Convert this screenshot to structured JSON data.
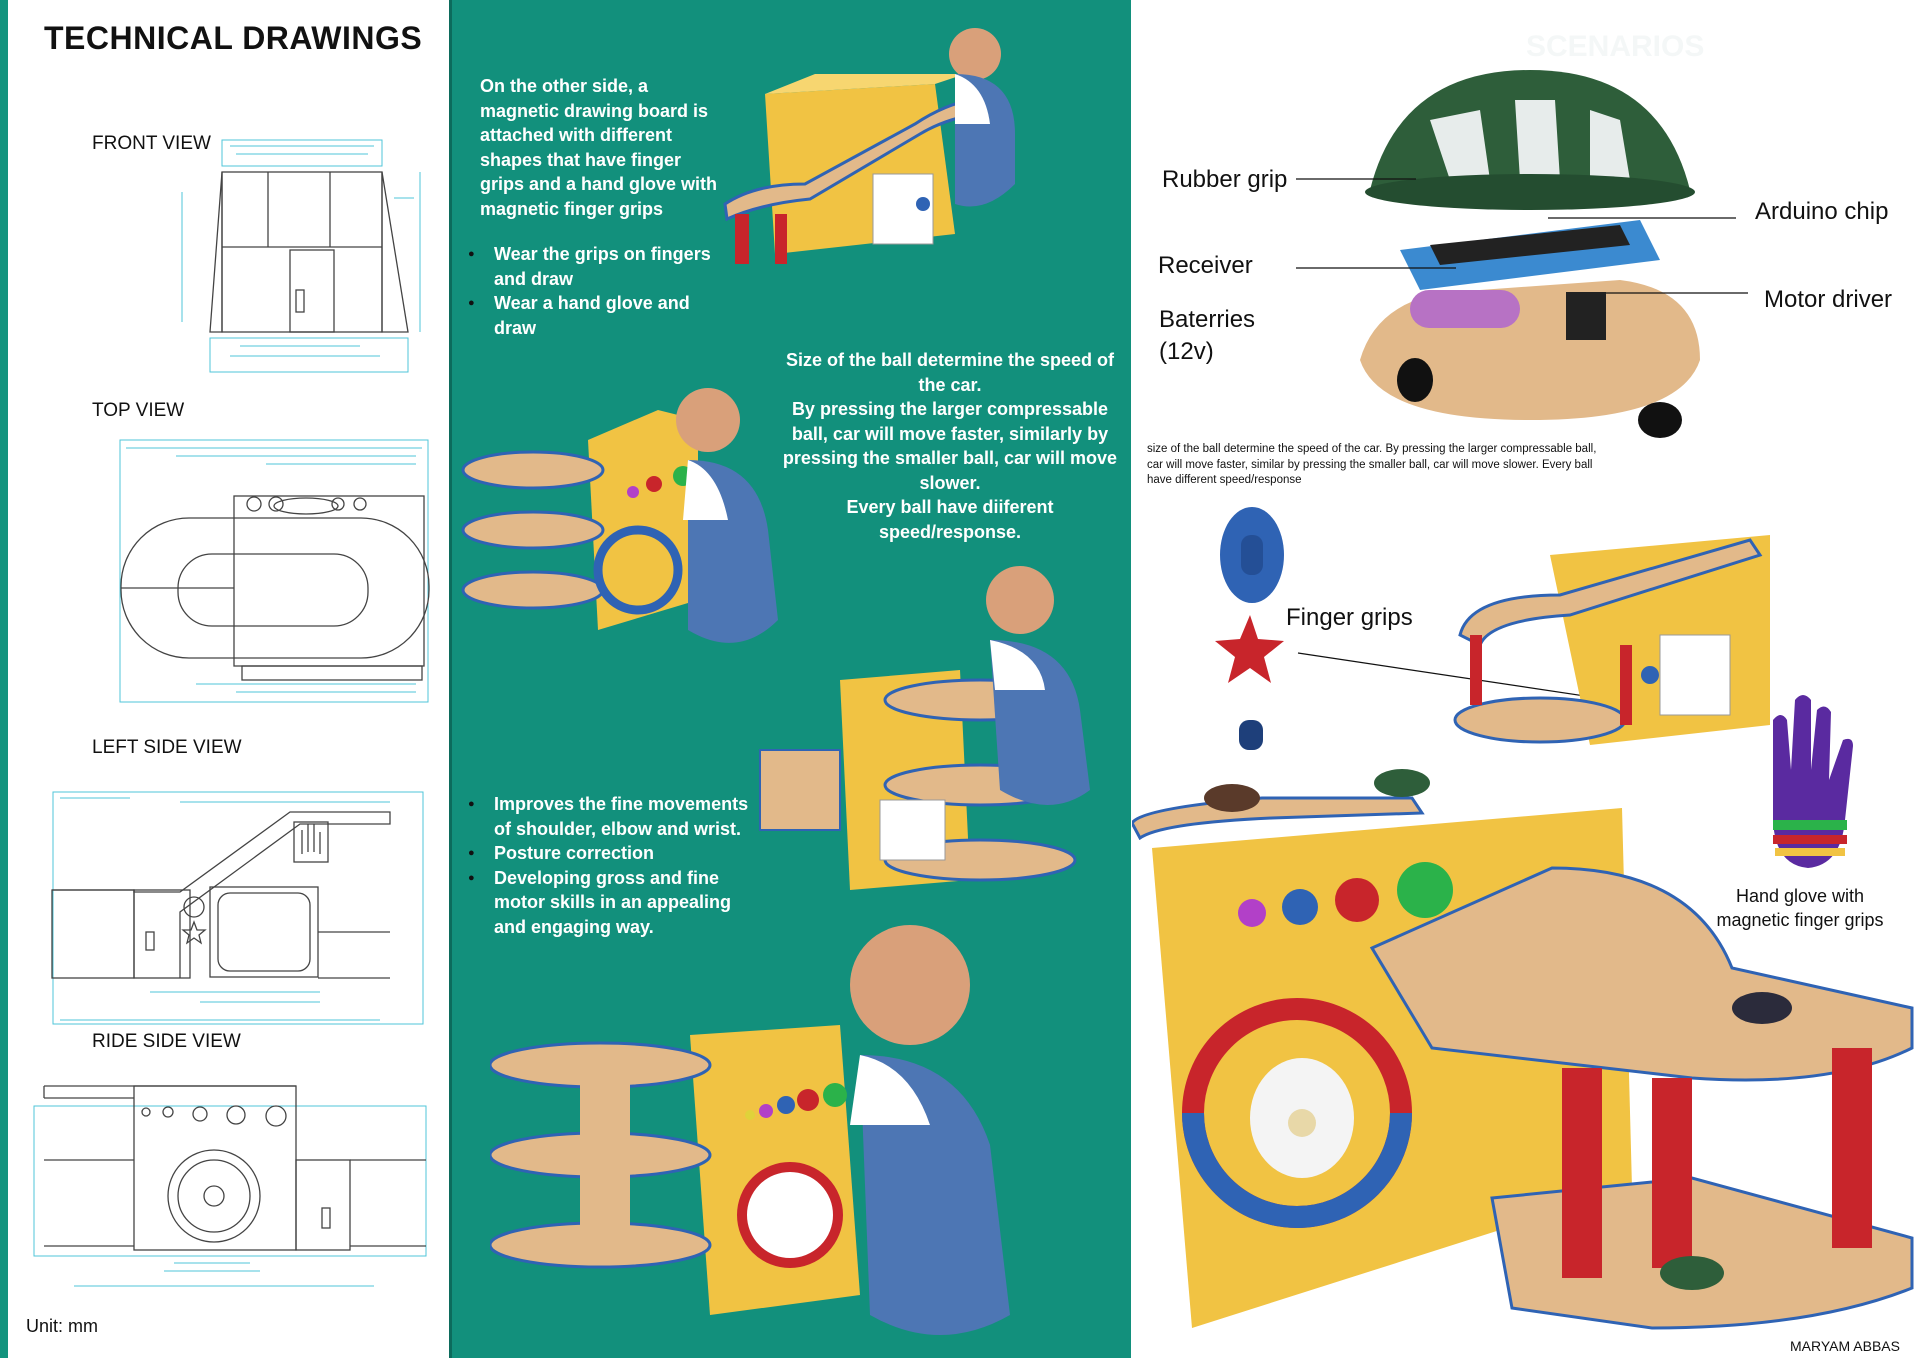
{
  "left_panel": {
    "title": "TECHNICAL DRAWINGS",
    "views": [
      "FRONT VIEW",
      "TOP VIEW",
      "LEFT SIDE VIEW",
      "RIDE SIDE VIEW"
    ],
    "unit": "Unit: mm"
  },
  "middle_panel": {
    "drawing_board_text": "On the other side, a magnetic drawing board is attached with different shapes that have finger grips and a hand glove with magnetic finger grips",
    "drawing_bullets": [
      "Wear the grips on fingers and draw",
      "Wear a hand glove and draw"
    ],
    "ball_speed_lines": [
      "Size of the ball determine the speed of the car.",
      "By pressing the larger compressable ball, car will move faster, similarly by pressing the smaller ball, car will move slower.",
      "Every ball have diiferent speed/response."
    ],
    "benefit_bullets": [
      "Improves the fine movements of shoulder, elbow and wrist.",
      "Posture correction",
      "Developing gross and fine motor skills in an appealing and engaging way."
    ]
  },
  "right_panel": {
    "heading": "SCENARIOS",
    "car_labels": [
      "Rubber grip",
      "Arduino chip",
      "Receiver",
      "Motor driver",
      "Baterries",
      "(12v)"
    ],
    "car_note": "size of the ball determine the speed of the car. By pressing the larger compressable ball, car will move faster, similar by pressing the smaller ball, car will move slower. Every ball have different speed/response",
    "finger_grips_label": "Finger grips",
    "glove_caption_lines": [
      "Hand glove with",
      "magnetic finger grips"
    ],
    "credit": "MARYAM ABBAS"
  },
  "colors": {
    "teal": "#12907c",
    "yellow": "#f1c343",
    "wood": "#e2b98a",
    "red": "#c8252b",
    "blue": "#2f63b4",
    "dim_line": "#4fc6d8"
  }
}
